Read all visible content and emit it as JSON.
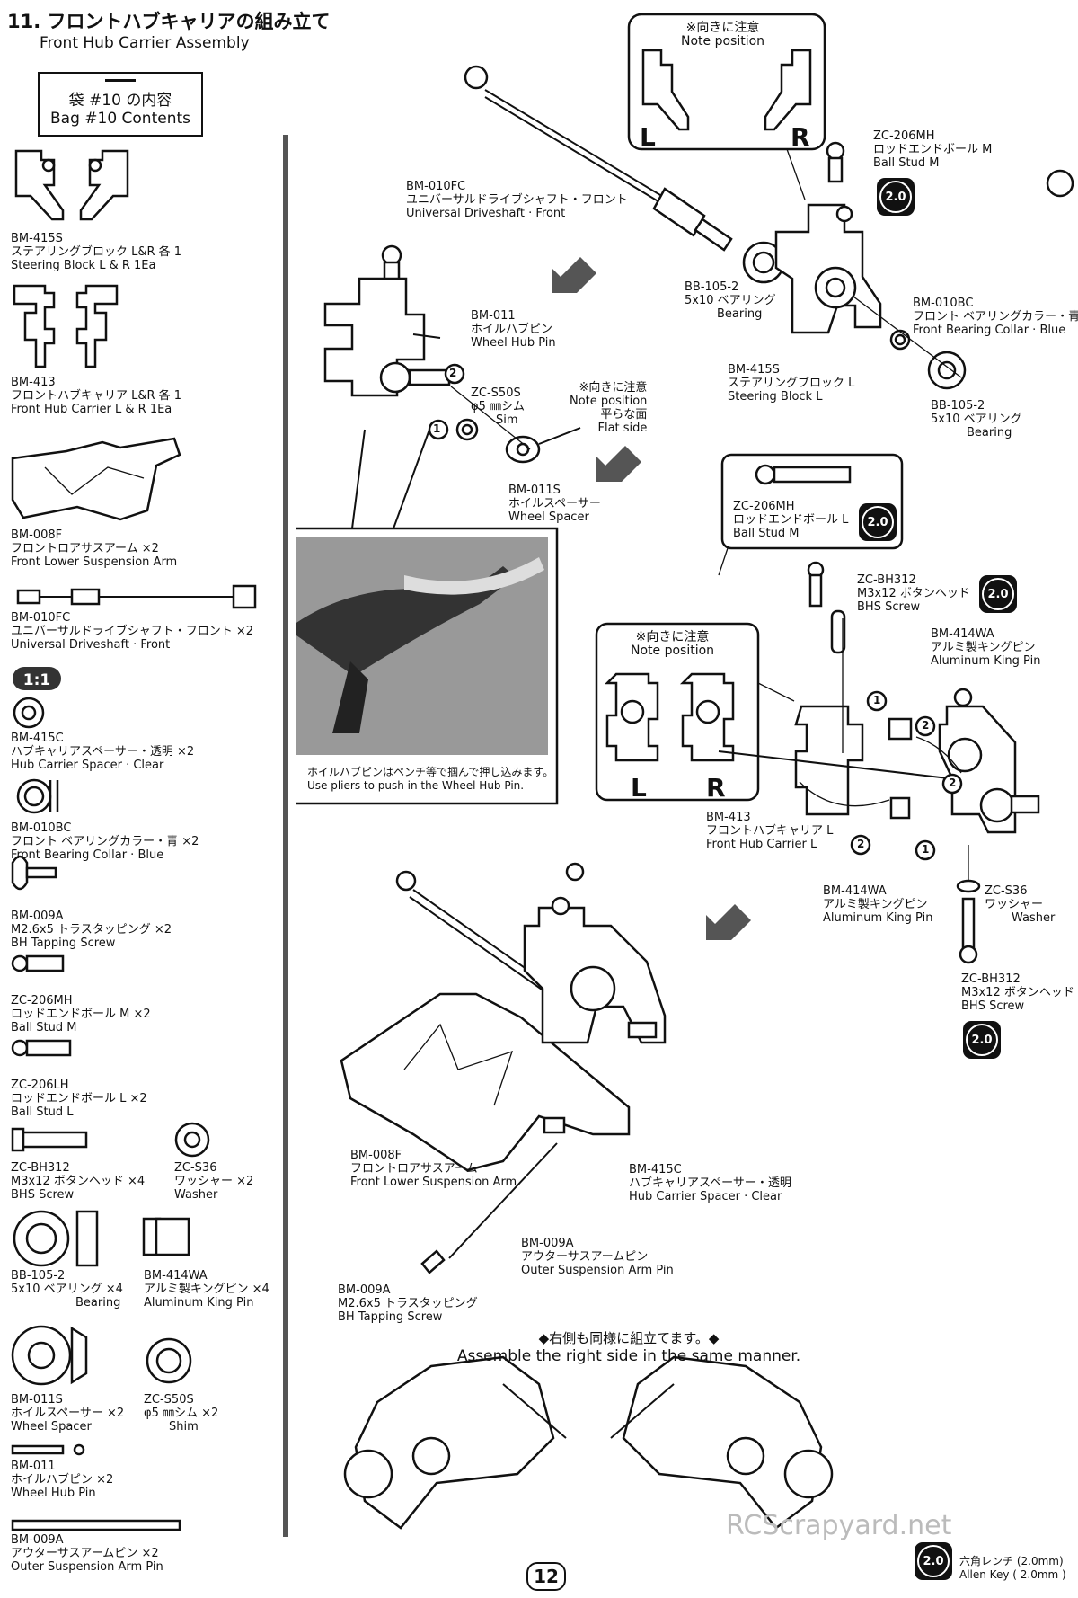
{
  "header": {
    "title_jp": "11. フロントハブキャリアの組み立て",
    "title_en": "Front Hub Carrier Assembly"
  },
  "bag": {
    "jp": "袋 #10 の内容",
    "en": "Bag #10 Contents"
  },
  "parts_list": [
    {
      "code": "BM-415S",
      "jp": "ステアリングブロック L&R 各 1",
      "en": "Steering Block L & R 1Ea"
    },
    {
      "code": "BM-413",
      "jp": "フロントハブキャリア L&R 各 1",
      "en": "Front Hub Carrier L & R 1Ea"
    },
    {
      "code": "BM-008F",
      "jp": "フロントロアサスアーム ×2",
      "en": "Front Lower Suspension Arm"
    },
    {
      "code": "BM-010FC",
      "jp": "ユニバーサルドライブシャフト・フロント ×2",
      "en": "Universal Driveshaft · Front"
    },
    {
      "code": "BM-415C",
      "jp": "ハブキャリアスペーサー・透明 ×2",
      "en": "Hub Carrier Spacer · Clear"
    },
    {
      "code": "BM-010BC",
      "jp": "フロント ベアリングカラー・青 ×2",
      "en": "Front Bearing Collar · Blue"
    },
    {
      "code": "BM-009A",
      "jp": "M2.6x5 トラスタッピング ×2",
      "en": "BH Tapping Screw"
    },
    {
      "code": "ZC-206MH",
      "jp": "ロッドエンドボール M ×2",
      "en": "Ball Stud M"
    },
    {
      "code": "ZC-206LH",
      "jp": "ロッドエンドボール L ×2",
      "en": "Ball Stud L"
    },
    {
      "code": "ZC-BH312",
      "jp": "M3x12 ボタンヘッド ×4",
      "en": "BHS Screw"
    },
    {
      "code": "ZC-S36",
      "jp": "ワッシャー ×2",
      "en": "Washer"
    },
    {
      "code": "BB-105-2",
      "jp": "5x10 ベアリング ×4",
      "en": "Bearing"
    },
    {
      "code": "BM-414WA",
      "jp": "アルミ製キングピン ×4",
      "en": "Aluminum King Pin"
    },
    {
      "code": "BM-011S",
      "jp": "ホイルスペーサー ×2",
      "en": "Wheel Spacer"
    },
    {
      "code": "ZC-S50S",
      "jp": "φ5 ㎜シム ×2",
      "en": "Shim"
    },
    {
      "code": "BM-011",
      "jp": "ホイルハブピン ×2",
      "en": "Wheel Hub Pin"
    },
    {
      "code": "BM-009A",
      "jp": "アウターサスアームピン ×2",
      "en": "Outer Suspension Arm Pin"
    }
  ],
  "scale": "1:1",
  "note": {
    "jp": "※向きに注意",
    "en": "Note position",
    "L": "L",
    "R": "R"
  },
  "callouts": {
    "c1": {
      "code": "BM-010FC",
      "jp": "ユニバーサルドライブシャフト・フロント",
      "en": "Universal Driveshaft · Front"
    },
    "c2": {
      "code": "ZC-206MH",
      "jp": "ロッドエンドボール M",
      "en": "Ball Stud M"
    },
    "c3": {
      "code": "BB-105-2",
      "jp": "5x10 ベアリング",
      "en": "Bearing"
    },
    "c4": {
      "code": "BM-010BC",
      "jp": "フロント ベアリングカラー・青",
      "en": "Front Bearing Collar · Blue"
    },
    "c5": {
      "code": "BM-415S",
      "jp": "ステアリングブロック L",
      "en": "Steering Block L"
    },
    "c6": {
      "code": "BB-105-2",
      "jp": "5x10 ベアリング",
      "en": "Bearing"
    },
    "c7": {
      "code": "BM-011",
      "jp": "ホイルハブピン",
      "en": "Wheel Hub Pin"
    },
    "c8": {
      "code": "ZC-S50S",
      "jp": "φ5 ㎜シム",
      "en": "Sim"
    },
    "c9": {
      "jp": "※向きに注意",
      "en": "Note position",
      "jp2": "平らな面",
      "en2": "Flat side"
    },
    "c10": {
      "code": "BM-011S",
      "jp": "ホイルスペーサー",
      "en": "Wheel Spacer"
    },
    "c11": {
      "code": "ZC-206MH",
      "jp": "ロッドエンドボール L",
      "en": "Ball Stud M"
    },
    "c12": {
      "code": "ZC-BH312",
      "jp": "M3x12 ボタンヘッド",
      "en": "BHS Screw"
    },
    "c13": {
      "code": "BM-414WA",
      "jp": "アルミ製キングピン",
      "en": "Aluminum King Pin"
    },
    "c14": {
      "code": "BM-413",
      "jp": "フロントハブキャリア L",
      "en": "Front Hub Carrier L"
    },
    "c15": {
      "code": "BM-414WA",
      "jp": "アルミ製キングピン",
      "en": "Aluminum King Pin"
    },
    "c16": {
      "code": "ZC-S36",
      "jp": "ワッシャー",
      "en": "Washer"
    },
    "c17": {
      "code": "ZC-BH312",
      "jp": "M3x12 ボタンヘッド",
      "en": "BHS Screw"
    },
    "c18": {
      "code": "BM-008F",
      "jp": "フロントロアサスアーム",
      "en": "Front Lower Suspension Arm"
    },
    "c19": {
      "code": "BM-415C",
      "jp": "ハブキャリアスペーサー・透明",
      "en": "Hub Carrier Spacer · Clear"
    },
    "c20": {
      "code": "BM-009A",
      "jp": "アウターサスアームピン",
      "en": "Outer Suspension Arm Pin"
    },
    "c21": {
      "code": "BM-009A",
      "jp": "M2.6x5 トラスタッピング",
      "en": "BH Tapping Screw"
    }
  },
  "photo_caption": {
    "jp": "ホイルハブピンはペンチ等で掴んで押し込みます。",
    "en": "Use pliers to push in the Wheel Hub Pin."
  },
  "key_size": "2.0",
  "step_nums": {
    "one": "1",
    "two": "2"
  },
  "bottom": {
    "jp": "◆右側も同様に組立てます。◆",
    "en": "Assemble the right side in the same manner."
  },
  "allen": {
    "jp": "六角レンチ (2.0mm)",
    "en": "Allen Key ( 2.0mm )"
  },
  "page": "12",
  "watermark": "RCScrapyard.net"
}
